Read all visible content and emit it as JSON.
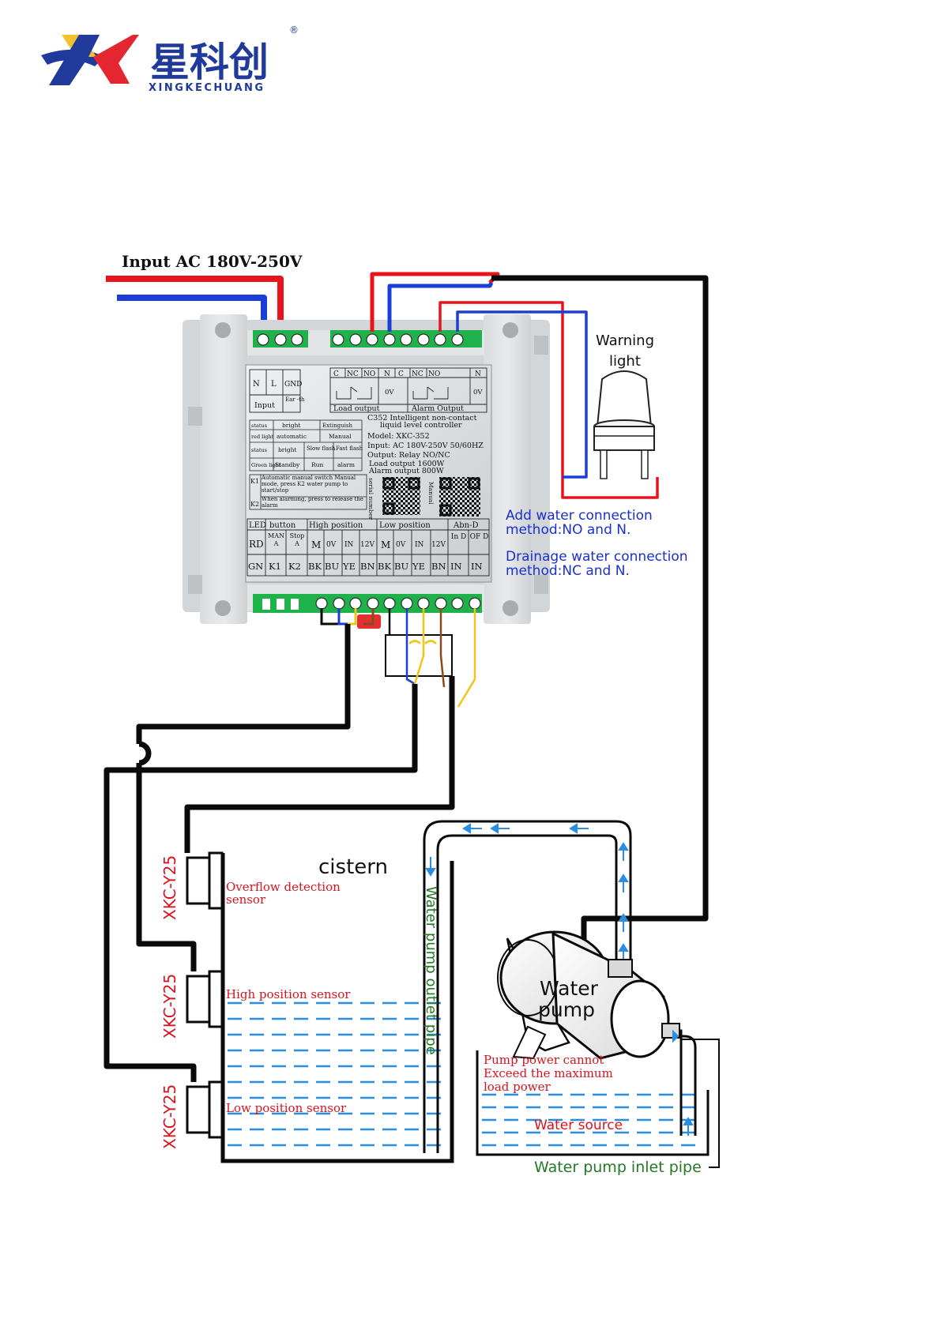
{
  "brand": {
    "name_cn": "星科创",
    "name_en": "XINGKECHUANG",
    "registered": "®"
  },
  "power": {
    "input_label": "Input AC 180V-250V"
  },
  "controller": {
    "terminals": {
      "input_labels": [
        "N",
        "L",
        "GND"
      ],
      "input_caption": "Input",
      "earth_caption": "Ear -th",
      "load_relay_labels": [
        "C",
        "NC",
        "NO",
        "N"
      ],
      "alarm_relay_labels": [
        "C",
        "NC",
        "NO",
        "N"
      ],
      "ov_label": "0V",
      "load_caption": "Load output",
      "alarm_caption": "Alarm Output"
    },
    "status_table": {
      "row1": [
        "status",
        "bright",
        "Extinguish"
      ],
      "row2": [
        "red light",
        "automatic",
        "Manual"
      ],
      "row3": [
        "status",
        "bright",
        "Slow flash",
        "Fast flash"
      ],
      "row4": [
        "Green light",
        "Standby",
        "Run",
        "alarm"
      ]
    },
    "keys": {
      "k1": "K1",
      "k1_text": "Automatic manual switch Manual mode, press K2 water pump to start/stop",
      "k2": "K2",
      "k2_text": "When alarming, press to release the alarm"
    },
    "spec": {
      "line1": "C352 Intelligent non-contact",
      "line2": "liquid level controller",
      "model": "Model: XKC-352",
      "input": "Input: AC 180V-250V 50/60HZ",
      "output": "Output: Relay NO/NC",
      "load": "Load output 1600W",
      "alarm": "Alarm output 800W"
    },
    "qr_labels": {
      "serial": "serial number",
      "manual": "Manual"
    },
    "bottom_table": {
      "headers": [
        "LED",
        "button",
        "High position",
        "Low position",
        "Abn-D"
      ],
      "mid": [
        "RD",
        "MAN A",
        "Stop A",
        "M",
        "0V",
        "IN",
        "12V",
        "M",
        "0V",
        "IN",
        "12V",
        "In D",
        "OF D"
      ],
      "bottom": [
        "GN",
        "K1",
        "K2",
        "BK",
        "BU",
        "YE",
        "BN",
        "BK",
        "BU",
        "YE",
        "BN",
        "IN",
        "IN"
      ]
    }
  },
  "warning_light": {
    "label_line1": "Warning",
    "label_line2": "light"
  },
  "notes": {
    "add_line1": "Add water connection",
    "add_line2": "method:NO and N.",
    "drain_line1": "Drainage water connection",
    "drain_line2": "method:NC and N."
  },
  "cistern": {
    "title": "cistern",
    "sensor_model": "XKC-Y25",
    "overflow_line1": "Overflow detection",
    "overflow_line2": "sensor",
    "high": "High position sensor",
    "low": "Low position sensor"
  },
  "pump": {
    "label_line1": "Water",
    "label_line2": "pump",
    "outlet_pipe": "Water pump outlet pipe",
    "inlet_pipe": "Water pump inlet pipe",
    "power_line1": "Pump power cannot",
    "power_line2": "Exceed the maximum",
    "power_line3": "load power",
    "source": "Water source"
  },
  "colors": {
    "wire_red": "#e8141c",
    "wire_blue": "#1b3fd6",
    "wire_black": "#0a0a0a",
    "wire_yellow": "#f0c419",
    "wire_brown": "#8b4a1c",
    "label_red": "#d7141e",
    "label_blue": "#1a2fd0",
    "label_green": "#237a22",
    "water_blue": "#2a8de0",
    "terminal_green": "#1fb24a"
  }
}
